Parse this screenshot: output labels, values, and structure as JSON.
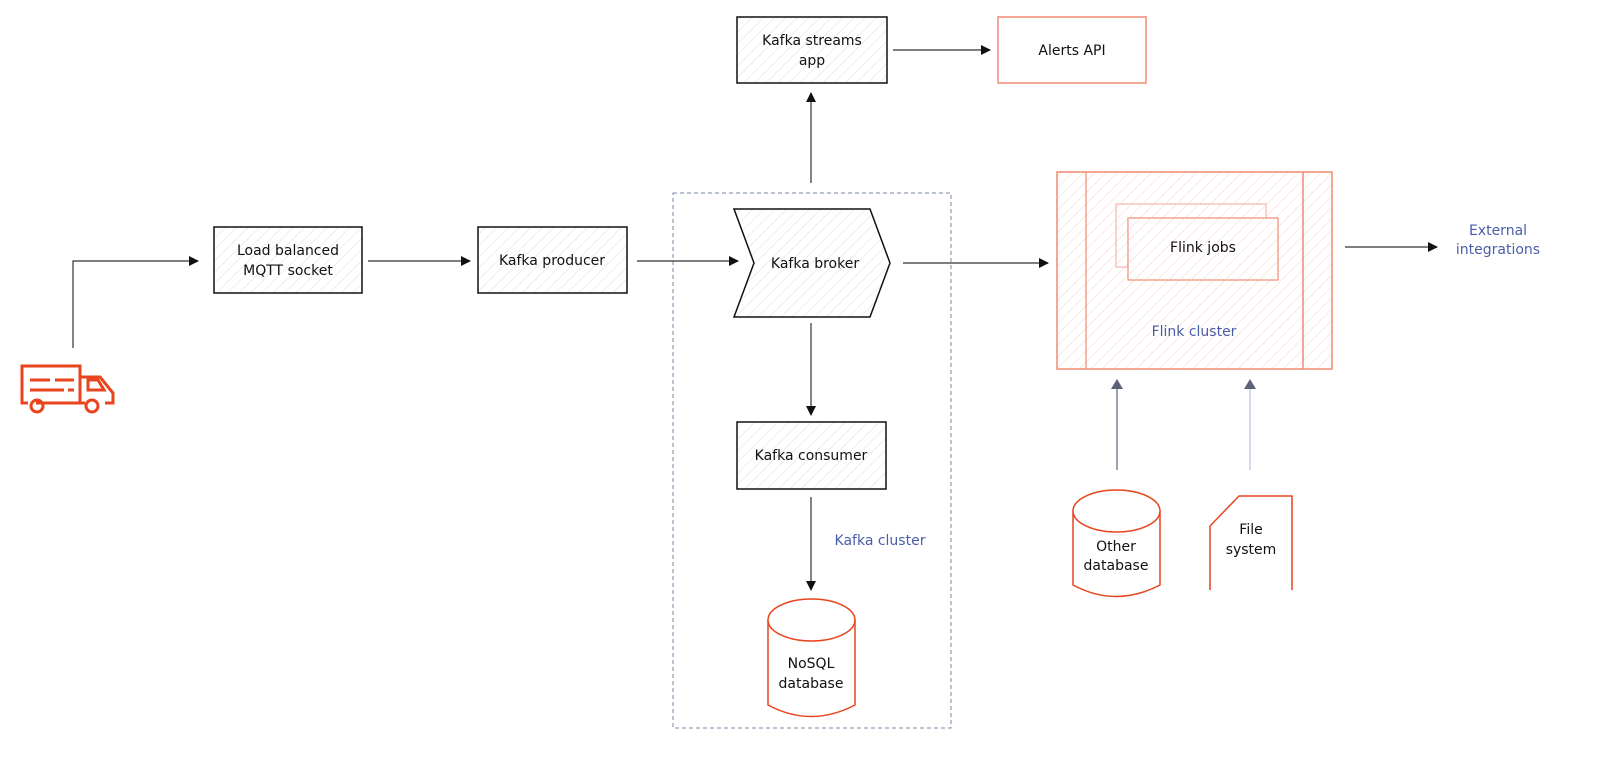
{
  "nodes": {
    "mqtt": [
      "Load balanced",
      "MQTT socket"
    ],
    "producer": "Kafka producer",
    "broker": "Kafka broker",
    "streams": [
      "Kafka streams",
      "app"
    ],
    "alerts": "Alerts API",
    "consumer": "Kafka consumer",
    "nosql": [
      "NoSQL",
      "database"
    ],
    "flink_jobs": "Flink jobs",
    "other_db": [
      "Other",
      "database"
    ],
    "file_system": [
      "File",
      "system"
    ],
    "external": [
      "External",
      "integrations"
    ]
  },
  "groups": {
    "kafka_cluster": "Kafka cluster",
    "flink_cluster": "Flink cluster"
  },
  "icons": {
    "source": "truck-icon"
  },
  "colors": {
    "accent": "#e8441d",
    "group_label": "#4a5da8",
    "line": "#111111",
    "muted_arrow": "#5a6378"
  }
}
